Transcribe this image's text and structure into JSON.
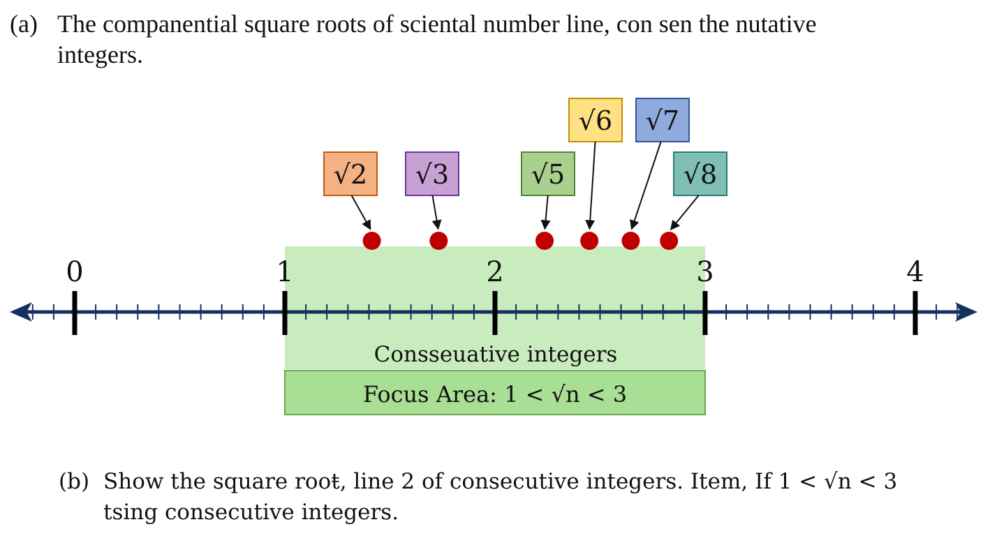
{
  "part_a": {
    "label": "(a)",
    "line1": "The companential square roots of sciental number line, con sen the nutative",
    "line2": "integers."
  },
  "part_b": {
    "label": "(b)",
    "line1": "Show the square rooŧ, line 2 of consecutive integers.  Item, If 1 < √n < 3",
    "line2": "tsing consecutive integers."
  },
  "number_line": {
    "integer_labels": [
      "0",
      "1",
      "2",
      "3",
      "4"
    ],
    "integer_values": [
      0,
      1,
      2,
      3,
      4
    ],
    "minor_ticks_per_unit": 10,
    "highlight_range": [
      1,
      3
    ],
    "highlight_color": "#c9ecbf",
    "axis_color": "#14305e",
    "region_label": "Conѕseuative integers",
    "focus_label": "Focus Area: 1 < √n < 3",
    "focus_color": "#a9de95"
  },
  "roots": [
    {
      "label": "√2",
      "n": 2,
      "value": 1.414,
      "fill": "#f4b183",
      "stroke": "#c55a11"
    },
    {
      "label": "√3",
      "n": 3,
      "value": 1.732,
      "fill": "#c7a0d4",
      "stroke": "#7030a0"
    },
    {
      "label": "√5",
      "n": 5,
      "value": 2.236,
      "fill": "#a9d18e",
      "stroke": "#548235"
    },
    {
      "label": "√6",
      "n": 6,
      "value": 2.449,
      "fill": "#ffe082",
      "stroke": "#bf9000"
    },
    {
      "label": "√7",
      "n": 7,
      "value": 2.646,
      "fill": "#8faadc",
      "stroke": "#2f5597"
    },
    {
      "label": "√8",
      "n": 8,
      "value": 2.828,
      "fill": "#80bfb5",
      "stroke": "#2e7a70"
    }
  ],
  "point_color": "#c00000"
}
